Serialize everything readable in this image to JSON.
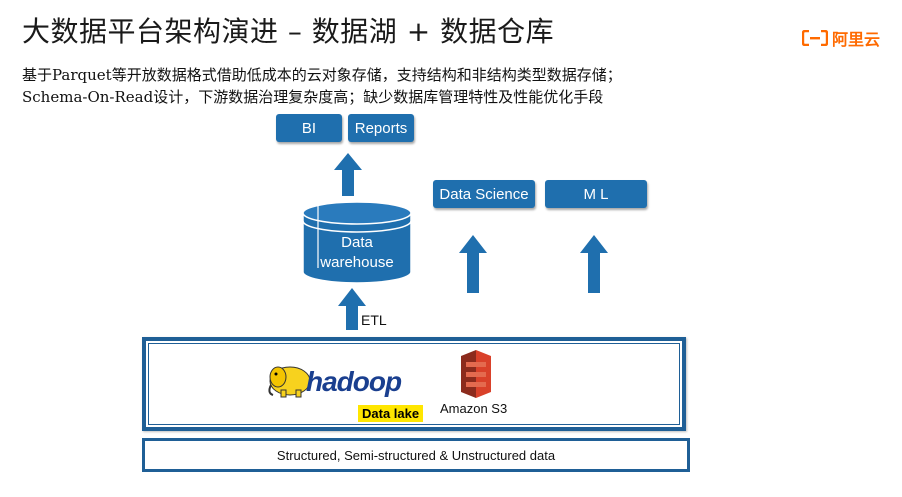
{
  "title": "大数据平台架构演进 – 数据湖 + 数据仓库",
  "logo": {
    "text": "阿里云",
    "icon": "aliyun-logo-icon",
    "color": "#ff6a00"
  },
  "description": {
    "line1": "基于Parquet等开放数据格式借助低成本的云对象存储，支持结构和非结构类型数据存储；",
    "line2": "Schema-On-Read设计，下游数据治理复杂度高；缺少数据库管理特性及性能优化手段"
  },
  "nodes": {
    "bi": "BI",
    "reports": "Reports",
    "data_science": "Data Science",
    "ml": "M L",
    "warehouse_line1": "Data",
    "warehouse_line2": "warehouse",
    "etl": "ETL",
    "hadoop": "hadoop",
    "data_lake": "Data lake",
    "amazon_s3": "Amazon S3",
    "data_sources": "Structured, Semi-structured & Unstructured data"
  },
  "colors": {
    "box": "#1f6fae",
    "frame": "#1f5f96",
    "highlight": "#ffe600",
    "s3": "#d9412a"
  }
}
